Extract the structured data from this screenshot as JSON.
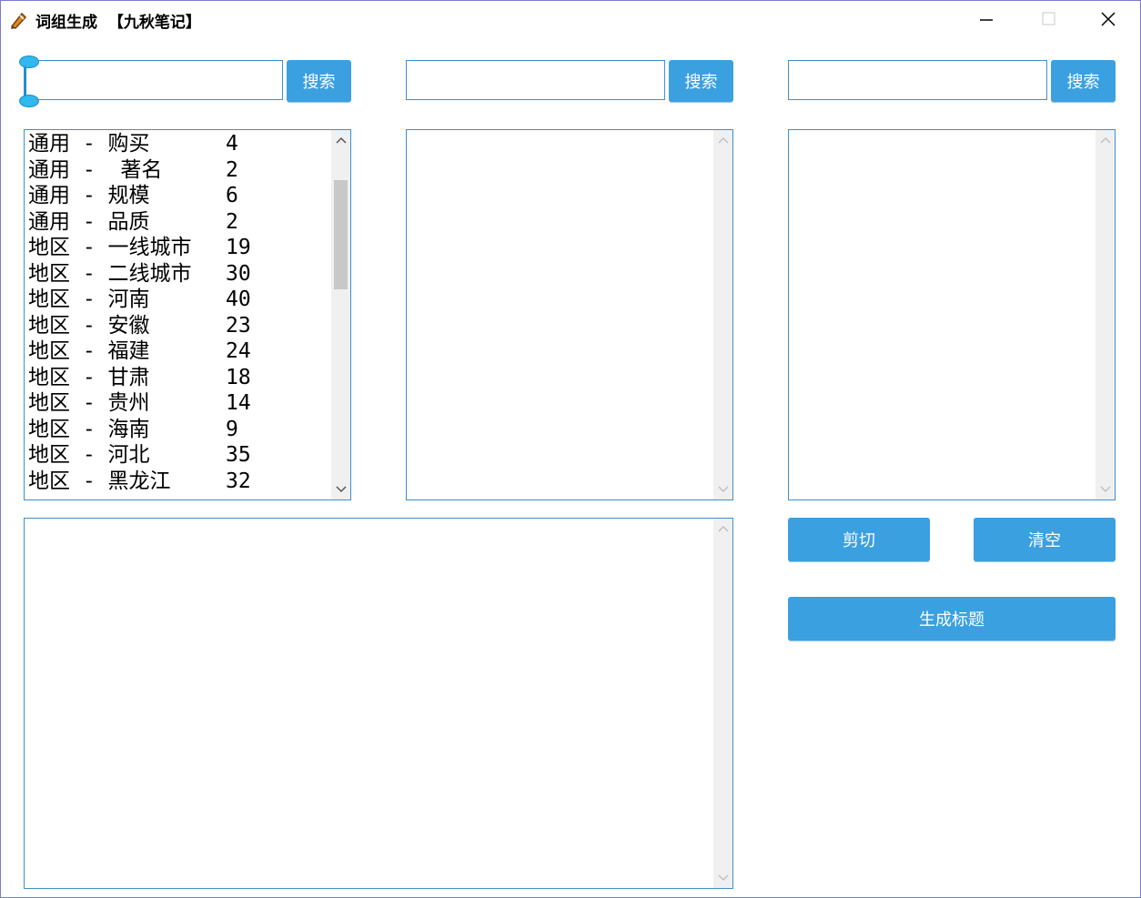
{
  "window": {
    "title": "词组生成  【九秋笔记】",
    "icon": "app-icon"
  },
  "controls": {
    "minimize": "minimize-icon",
    "maximize": "maximize-icon",
    "close": "close-icon"
  },
  "search": {
    "button_label": "搜索",
    "panels": [
      {
        "value": "",
        "placeholder": ""
      },
      {
        "value": "",
        "placeholder": ""
      },
      {
        "value": "",
        "placeholder": ""
      }
    ]
  },
  "list1": {
    "items": [
      {
        "label": "通用 - 购买",
        "count": "4"
      },
      {
        "label": "通用 -  著名",
        "count": "2"
      },
      {
        "label": "通用 - 规模",
        "count": "6"
      },
      {
        "label": "通用 - 品质",
        "count": "2"
      },
      {
        "label": "地区 - 一线城市",
        "count": "19"
      },
      {
        "label": "地区 - 二线城市",
        "count": "30"
      },
      {
        "label": "地区 - 河南",
        "count": "40"
      },
      {
        "label": "地区 - 安徽",
        "count": "23"
      },
      {
        "label": "地区 - 福建",
        "count": "24"
      },
      {
        "label": "地区 - 甘肃",
        "count": "18"
      },
      {
        "label": "地区 - 贵州",
        "count": "14"
      },
      {
        "label": "地区 - 海南",
        "count": "9"
      },
      {
        "label": "地区 - 河北",
        "count": "35"
      },
      {
        "label": "地区 - 黑龙江",
        "count": "32"
      }
    ]
  },
  "buttons": {
    "cut": "剪切",
    "clear": "清空",
    "generate": "生成标题"
  },
  "colors": {
    "accent": "#3ba0e0",
    "border": "#3d8fd0"
  }
}
